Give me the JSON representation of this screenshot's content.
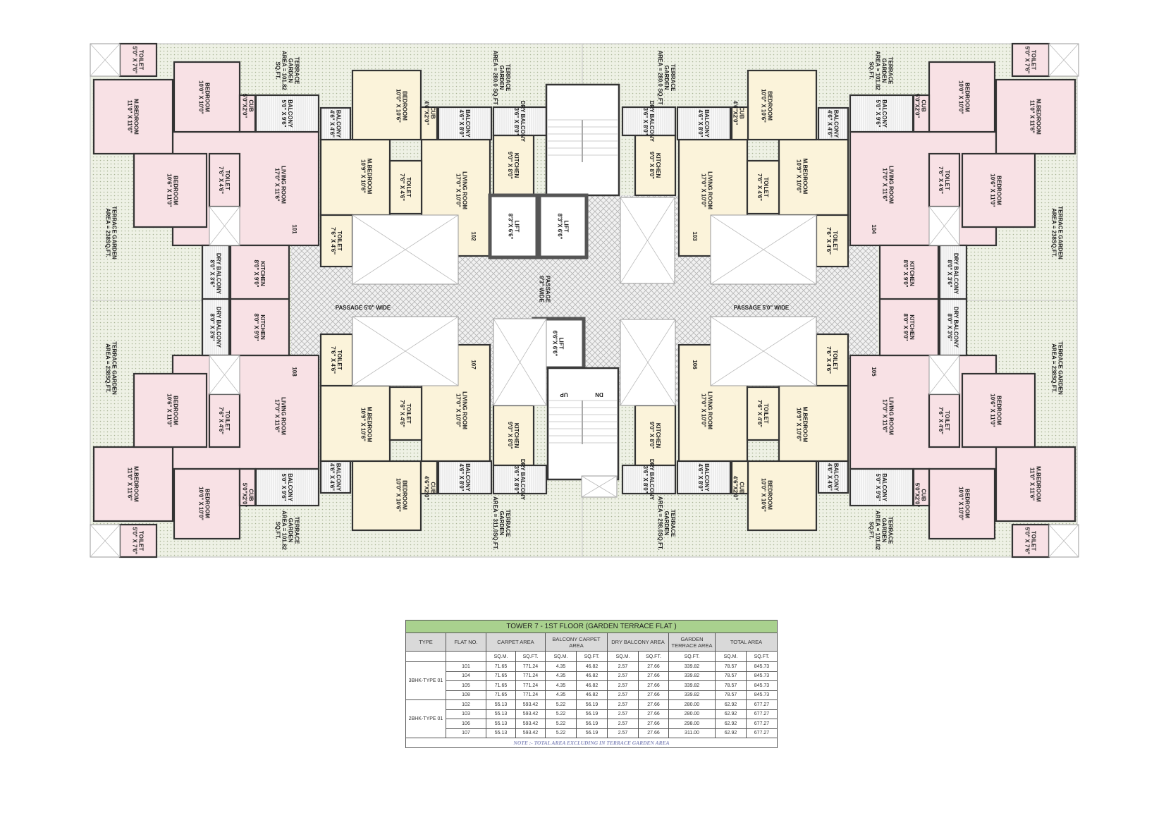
{
  "plan": {
    "colors": {
      "3bhk": "#f8e1e5",
      "2bhk": "#fbf3da",
      "terrace": "#eef1e5",
      "walls": "#333333",
      "passage": "#cfcfcf"
    },
    "room_types": {
      "3bhk": [
        {
          "name": "TOILET",
          "size": "5'0\" X 7'6\""
        },
        {
          "name": "BEDROOM",
          "size": "10'0\" X 10'0\""
        },
        {
          "name": "CUB",
          "size": "5'0\"X2'0\""
        },
        {
          "name": "M.BEDROOM",
          "size": "11'0\" X 11'6\""
        },
        {
          "name": "BALCONY",
          "size": "5'0\" X 9'6\""
        },
        {
          "name": "LIVING ROOM",
          "size": "17'0\" X 11'6\""
        },
        {
          "name": "BEDROOM",
          "size": "10'6\" X 11'0\""
        },
        {
          "name": "TOILET",
          "size": "7'6\" X 4'6\""
        },
        {
          "name": "KITCHEN",
          "size": "8'0\" X 9'0\""
        },
        {
          "name": "DRY BALCONY",
          "size": "8'0\" X 3'6\""
        }
      ],
      "2bhk": [
        {
          "name": "BALCONY",
          "size": "4'6\" X 4'6\""
        },
        {
          "name": "BEDROOM",
          "size": "10'0\" X 10'6\""
        },
        {
          "name": "CUB",
          "size": "4'6\"X2'0\""
        },
        {
          "name": "BALCONY",
          "size": "4'6\" X 8'0\""
        },
        {
          "name": "DRY BALCONY",
          "size": "3'6\" X 8'0\""
        },
        {
          "name": "KITCHEN",
          "size": "9'0\" X 8'0\""
        },
        {
          "name": "M.BEDROOM",
          "size": "10'9\" X 10'6\""
        },
        {
          "name": "TOILET",
          "size": "7'6\" X 4'6\""
        },
        {
          "name": "LIVING ROOM",
          "size": "17'0\" X 10'0\""
        },
        {
          "name": "TOILET",
          "size": "7'6\" X 4'6\""
        }
      ]
    },
    "flats": [
      {
        "no": "101",
        "type": "3bhk",
        "quadrant": "top-left",
        "terraces": [
          [
            "TERRACE",
            "GARDEN",
            "AREA = 101.82",
            "SQ.FT."
          ],
          [
            "TERRACE GARDEN",
            "AREA = 238SQ.FT."
          ]
        ]
      },
      {
        "no": "102",
        "type": "2bhk",
        "quadrant": "top-left",
        "terraces": [
          [
            "TERRACE",
            "GARDEN",
            "AREA = 280.0 SQ.FT"
          ]
        ]
      },
      {
        "no": "103",
        "type": "2bhk",
        "quadrant": "top-right",
        "terraces": [
          [
            "TERRACE",
            "GARDEN",
            "AREA = 280.0 SQ.FT"
          ]
        ]
      },
      {
        "no": "104",
        "type": "3bhk",
        "quadrant": "top-right",
        "terraces": [
          [
            "TERRACE",
            "GARDEN",
            "AREA = 101.82",
            "SQ.FT."
          ],
          [
            "TERRACE GARDEN",
            "AREA = 238SQ.FT."
          ]
        ]
      },
      {
        "no": "105",
        "type": "3bhk",
        "quadrant": "bottom-right",
        "terraces": [
          [
            "TERRACE",
            "GARDEN",
            "AREA = 101.82",
            "SQ.FT."
          ],
          [
            "TERRACE GARDEN",
            "AREA = 238SQ.FT."
          ]
        ]
      },
      {
        "no": "106",
        "type": "2bhk",
        "quadrant": "bottom-right",
        "terraces": [
          [
            "TERRACE",
            "GARDEN",
            "AREA = 298.0SQ.FT."
          ]
        ]
      },
      {
        "no": "107",
        "type": "2bhk",
        "quadrant": "bottom-left",
        "terraces": [
          [
            "TERRACE",
            "GARDEN",
            "AREA = 311.0SQ.FT."
          ]
        ]
      },
      {
        "no": "108",
        "type": "3bhk",
        "quadrant": "bottom-left",
        "terraces": [
          [
            "TERRACE",
            "GARDEN",
            "AREA = 101.82",
            "SQ.FT."
          ],
          [
            "TERRACE GARDEN",
            "AREA = 238SQ.FT."
          ]
        ]
      }
    ],
    "core": {
      "lift_top": [
        "LIFT",
        "8'3\"X 6'6\""
      ],
      "lift_bottom": [
        "LIFT",
        "6'6\"X 6'6\""
      ],
      "passage_side": "PASSAGE 5'0\" WIDE",
      "passage_center": [
        "PASSAGE",
        "9'3\" WIDE"
      ],
      "stair_up": "UP",
      "stair_down": "DN"
    }
  },
  "table": {
    "title": "TOWER 7 - 1ST FLOOR (GARDEN TERRACE FLAT )",
    "headers": [
      "TYPE",
      "FLAT NO.",
      "CARPET AREA",
      "BALCONY CARPET AREA",
      "DRY BALCONY AREA",
      "GARDEN TERRACE AREA",
      "TOTAL  AREA"
    ],
    "units": [
      "SQ.M.",
      "SQ.FT.",
      "SQ.M.",
      "SQ.FT.",
      "SQ.M.",
      "SQ.FT.",
      "SQ.FT.",
      "SQ.M.",
      "SQ.FT."
    ],
    "groups": [
      {
        "type": "3BHK-TYPE 01",
        "rows": [
          [
            "101",
            "71.65",
            "771.24",
            "4.35",
            "46.82",
            "2.57",
            "27.66",
            "339.82",
            "78.57",
            "845.73"
          ],
          [
            "104",
            "71.65",
            "771.24",
            "4.35",
            "46.82",
            "2.57",
            "27.66",
            "339.82",
            "78.57",
            "845.73"
          ],
          [
            "105",
            "71.65",
            "771.24",
            "4.35",
            "46.82",
            "2.57",
            "27.66",
            "339.82",
            "78.57",
            "845.73"
          ],
          [
            "108",
            "71.65",
            "771.24",
            "4.35",
            "46.82",
            "2.57",
            "27.66",
            "339.82",
            "78.57",
            "845.73"
          ]
        ]
      },
      {
        "type": "2BHK-TYPE 01",
        "rows": [
          [
            "102",
            "55.13",
            "593.42",
            "5.22",
            "56.19",
            "2.57",
            "27.66",
            "280.00",
            "62.92",
            "677.27"
          ],
          [
            "103",
            "55.13",
            "593.42",
            "5.22",
            "56.19",
            "2.57",
            "27.66",
            "280.00",
            "62.92",
            "677.27"
          ],
          [
            "106",
            "55.13",
            "593.42",
            "5.22",
            "56.19",
            "2.57",
            "27.66",
            "298.00",
            "62.92",
            "677.27"
          ],
          [
            "107",
            "55.13",
            "593.42",
            "5.22",
            "56.19",
            "2.57",
            "27.66",
            "311.00",
            "62.92",
            "677.27"
          ]
        ]
      }
    ],
    "note": "NOTE :- TOTAL AREA EXCLUDING IN TERRACE GARDEN AREA"
  }
}
